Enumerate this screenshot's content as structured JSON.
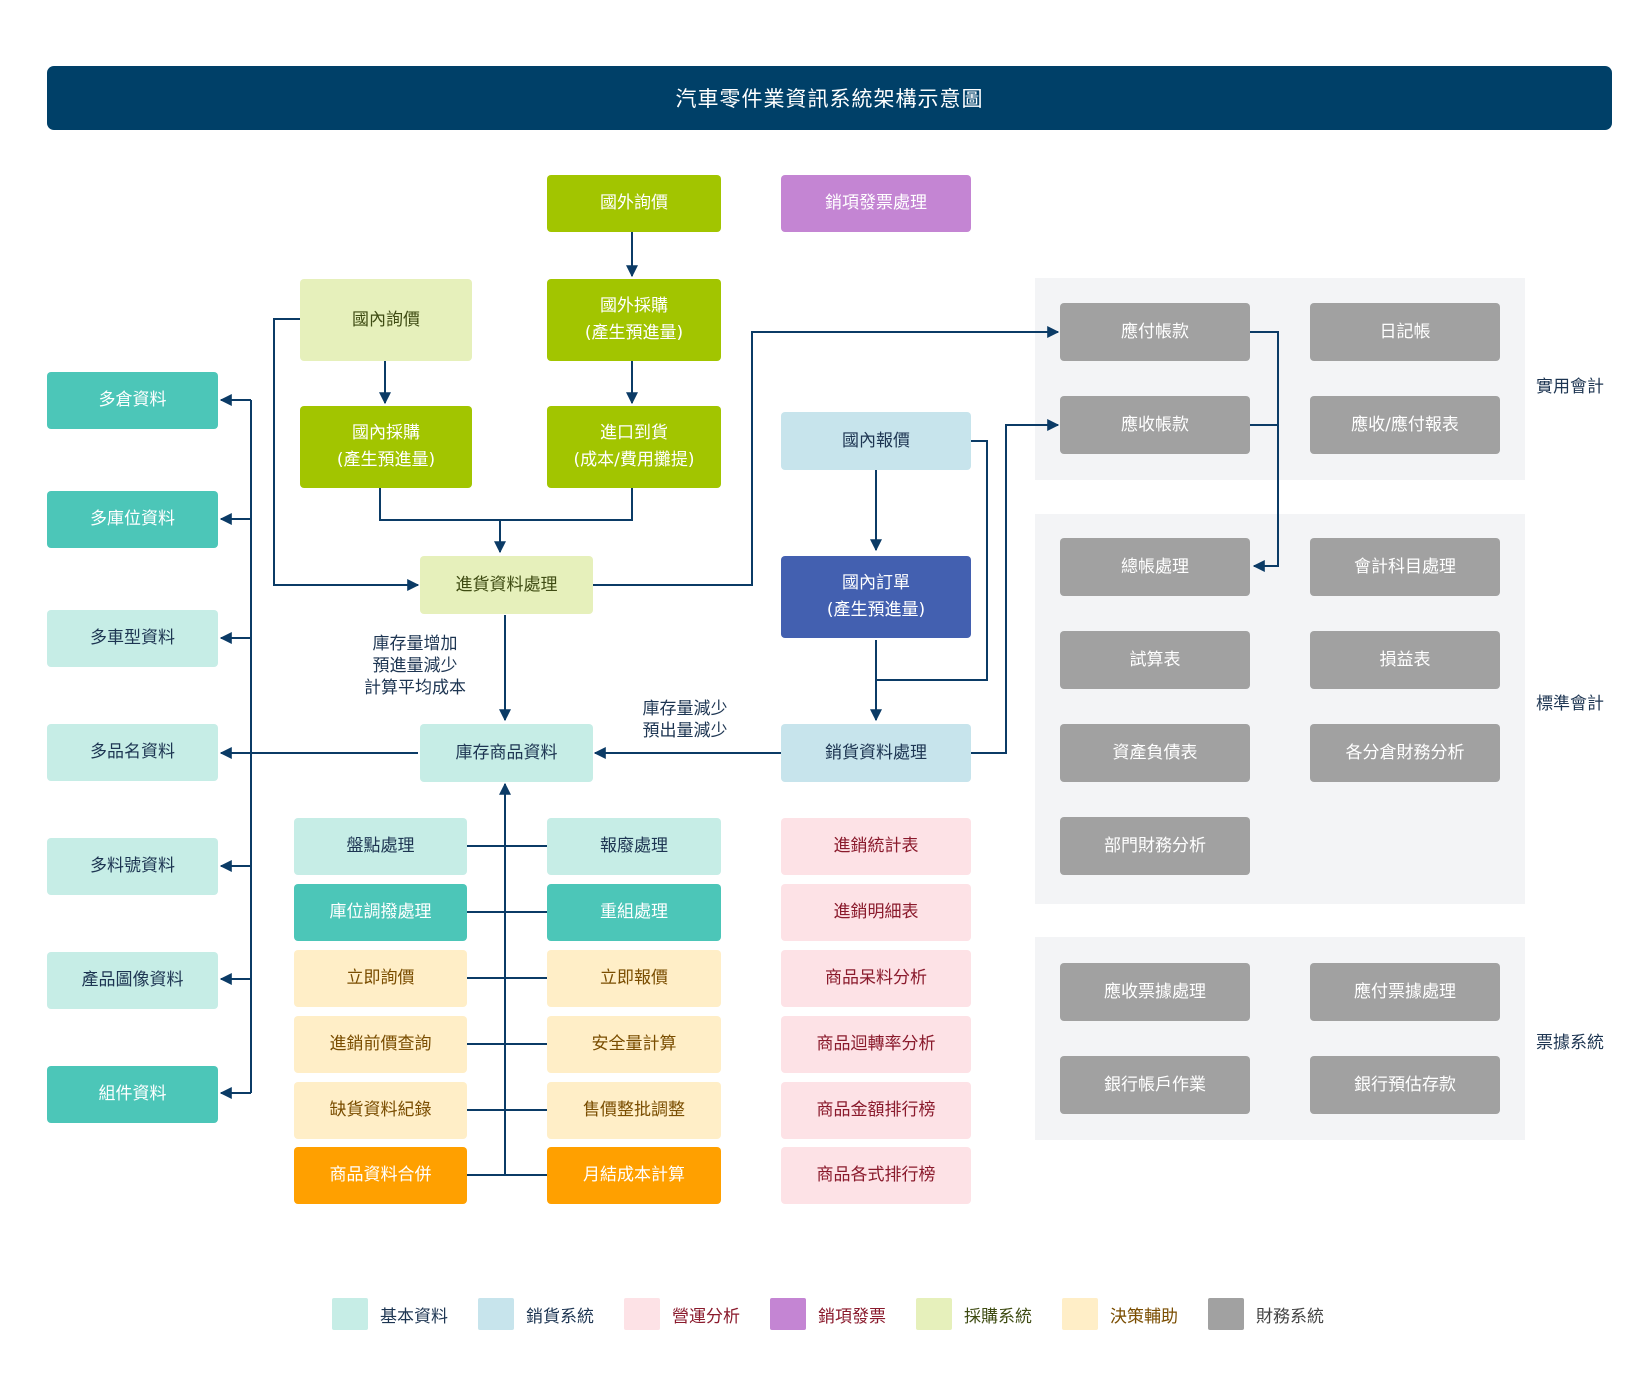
{
  "title": "汽車零件業資訊系統架構示意圖",
  "base_column": [
    "多倉資料",
    "多庫位資料",
    "多車型資料",
    "多品名資料",
    "多料號資料",
    "產品圖像資料",
    "組件資料"
  ],
  "purchase": {
    "foreign_inquiry": "國外詢價",
    "domestic_inquiry": "國內詢價",
    "foreign_purchase": [
      "國外採購",
      "(產生預進量)"
    ],
    "domestic_purchase": [
      "國內採購",
      "(產生預進量)"
    ],
    "import_arrival": [
      "進口到貨",
      "(成本/費用攤提)"
    ],
    "receiving": "進貨資料處理"
  },
  "invoice": "銷項發票處理",
  "sales": {
    "quote": "國內報價",
    "order": [
      "國內訂單",
      "(產生預進量)"
    ],
    "shipping": "銷貨資料處理"
  },
  "inventory": "庫存商品資料",
  "notes": {
    "receiving_effects": [
      "庫存量增加",
      "預進量減少",
      "計算平均成本"
    ],
    "shipping_effects": [
      "庫存量減少",
      "預出量減少"
    ]
  },
  "inv_left": [
    "盤點處理",
    "庫位調撥處理",
    "立即詢價",
    "進銷前價查詢",
    "缺貨資料紀錄",
    "商品資料合併"
  ],
  "inv_right": [
    "報廢處理",
    "重組處理",
    "立即報價",
    "安全量計算",
    "售價整批調整",
    "月結成本計算"
  ],
  "ops": [
    "進銷統計表",
    "進銷明細表",
    "商品呆料分析",
    "商品迴轉率分析",
    "商品金額排行榜",
    "商品各式排行榜"
  ],
  "finance": {
    "practical": {
      "label": "實用會計",
      "items": [
        "應付帳款",
        "日記帳",
        "應收帳款",
        "應收/應付報表"
      ]
    },
    "standard": {
      "label": "標準會計",
      "items": [
        "總帳處理",
        "會計科目處理",
        "試算表",
        "損益表",
        "資產負債表",
        "各分倉財務分析",
        "部門財務分析"
      ]
    },
    "notes_sys": {
      "label": "票據系統",
      "items": [
        "應收票據處理",
        "應付票據處理",
        "銀行帳戶作業",
        "銀行預估存款"
      ]
    }
  },
  "legend": [
    {
      "label": "基本資料",
      "color": "#c6ede6",
      "text": "#1d3552"
    },
    {
      "label": "銷貨系統",
      "color": "#c7e4ec",
      "text": "#1d3552"
    },
    {
      "label": "營運分析",
      "color": "#fde2e6",
      "text": "#8a1a2c"
    },
    {
      "label": "銷項發票",
      "color": "#c485d3",
      "text": "#8a1a2c"
    },
    {
      "label": "採購系統",
      "color": "#e6f0bb",
      "text": "#3e4b12"
    },
    {
      "label": "決策輔助",
      "color": "#ffeec7",
      "text": "#7a4d00"
    },
    {
      "label": "財務系統",
      "color": "#a1a1a1",
      "text": "#444444"
    }
  ],
  "colors": {
    "navy": "#004068",
    "line": "#0b3b66"
  }
}
